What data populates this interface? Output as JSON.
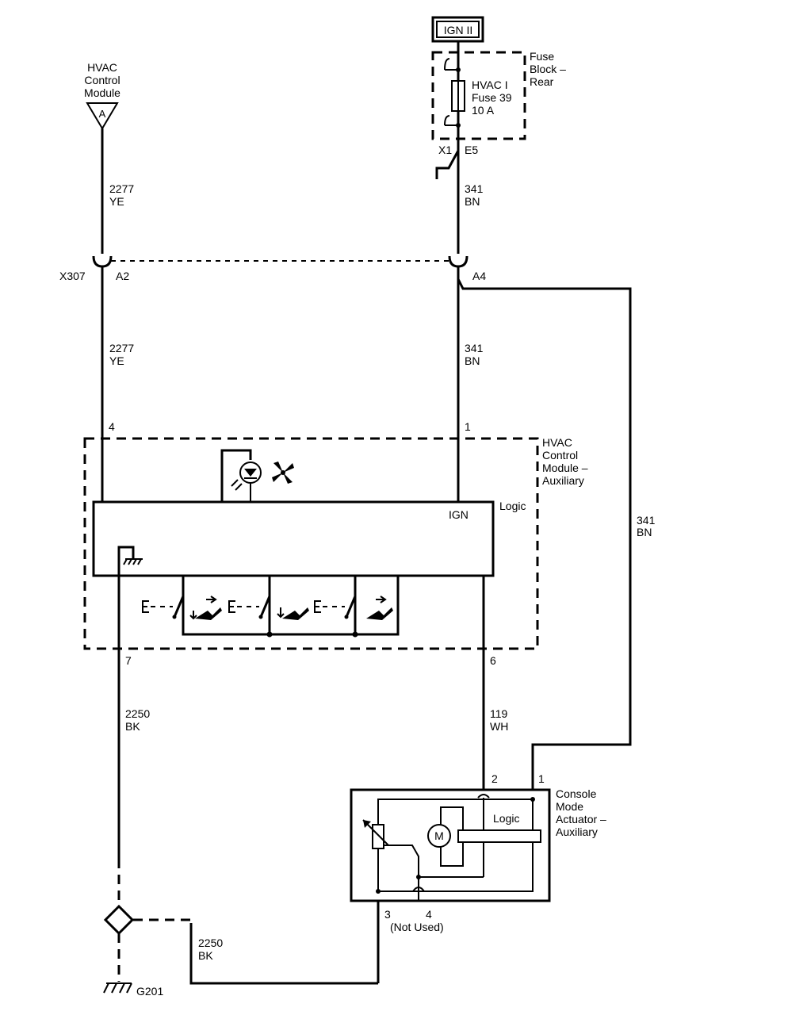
{
  "power_source": {
    "label": "IGN II"
  },
  "fuse_block": {
    "title_lines": [
      "Fuse",
      "Block –",
      "Rear"
    ],
    "fuse_lines": [
      "HVAC I",
      "Fuse 39",
      "10 A"
    ]
  },
  "connectors": {
    "x1": "X1",
    "e5": "E5",
    "x307": "X307",
    "a2": "A2",
    "a4": "A4"
  },
  "source_module": {
    "lines": [
      "HVAC",
      "Control",
      "Module"
    ],
    "port": "A"
  },
  "wires": {
    "w2277_top": [
      "2277",
      "YE"
    ],
    "w2277_mid": [
      "2277",
      "YE"
    ],
    "w341_top": [
      "341",
      "BN"
    ],
    "w341_mid": [
      "341",
      "BN"
    ],
    "w341_right": [
      "341",
      "BN"
    ],
    "w119": [
      "119",
      "WH"
    ],
    "w2250_left": [
      "2250",
      "BK"
    ],
    "w2250_bottom": [
      "2250",
      "BK"
    ]
  },
  "aux_module": {
    "title_lines": [
      "HVAC",
      "Control",
      "Module –",
      "Auxiliary"
    ],
    "logic": "Logic",
    "ign": "IGN",
    "pins": {
      "p4": "4",
      "p1": "1",
      "p7": "7",
      "p6": "6"
    }
  },
  "actuator": {
    "title_lines": [
      "Console",
      "Mode",
      "Actuator –",
      "Auxiliary"
    ],
    "logic": "Logic",
    "motor": "M",
    "pins": {
      "p2": "2",
      "p1": "1",
      "p3": "3",
      "p4": "4"
    },
    "not_used": "(Not Used)"
  },
  "ground": {
    "label": "G201"
  }
}
